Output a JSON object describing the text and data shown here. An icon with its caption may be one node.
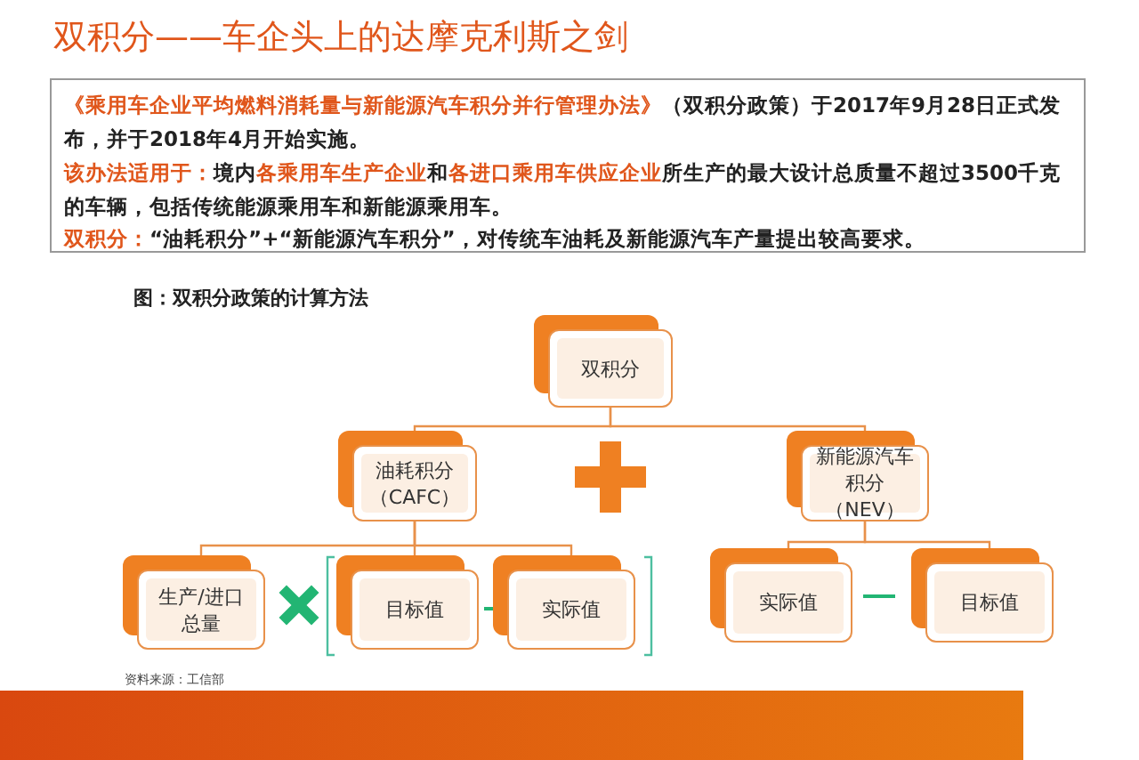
{
  "diagram": {
    "title": "双积分——车企头上的达摩克利斯之剑",
    "caption": "图：双积分政策的计算方法",
    "nodes": [
      {
        "text": [
          "双积分"
        ]
      },
      {
        "text": [
          "油耗积分（CAFC）"
        ]
      },
      {
        "text": [
          "新能源汽车积分（NEV）"
        ]
      },
      {
        "text": [
          "生产/进口总量"
        ]
      },
      {
        "text": [
          "目标值"
        ]
      },
      {
        "text": [
          "实际值"
        ]
      },
      {
        "text": [
          "实际值"
        ]
      },
      {
        "text": [
          "目标值"
        ]
      }
    ],
    "edges": [
      {
        "from": 0,
        "to": 1,
        "arrow": "none"
      },
      {
        "from": 0,
        "to": 2,
        "arrow": "none"
      },
      {
        "from": 1,
        "to": 3,
        "arrow": "none"
      },
      {
        "from": 1,
        "to": 4,
        "arrow": "none"
      },
      {
        "from": 1,
        "to": 5,
        "arrow": "none"
      },
      {
        "from": 2,
        "to": 6,
        "arrow": "none"
      },
      {
        "from": 2,
        "to": 7,
        "arrow": "none"
      }
    ],
    "labels": [
      "《乘用车企业平均燃料消耗量与新能源汽车积分并行管理办法》",
      "（双积分政策）于2017年9月28日正式发布，并于2018年4月开始实施。",
      "该办法适用于：",
      "境内",
      "各乘用车生产企业",
      "和",
      "各进口乘用车供应企业",
      "所生产的最大设计总质量不超过3500千克的车辆，包括传统能源乘用车和新能源乘用车。",
      "双积分：",
      "“油耗积分”+“新能源汽车积分”，对传统车油耗及新能源汽车产量提出较高要求。",
      "资料来源：工信部"
    ]
  }
}
